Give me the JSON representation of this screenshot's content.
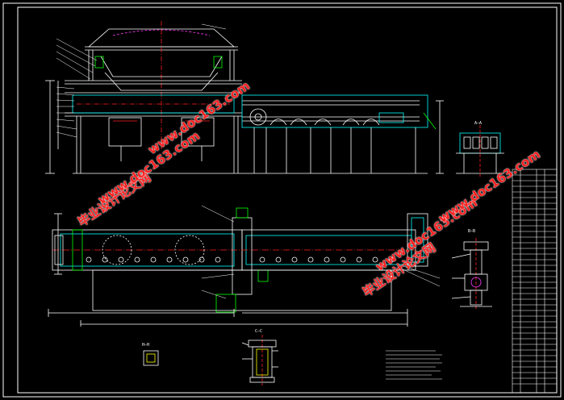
{
  "drawing": {
    "section_labels": [
      "A—A",
      "B—B",
      "C—C",
      "H—H"
    ],
    "watermarks": [
      "毕业设计论文网",
      "www.doc163.com"
    ],
    "colors": {
      "background": "#000000",
      "line": "#ffffff",
      "red": "#ff2020",
      "magenta": "#ff40ff",
      "cyan": "#00ffff",
      "yellow": "#ffff00",
      "green": "#00ff00"
    }
  }
}
